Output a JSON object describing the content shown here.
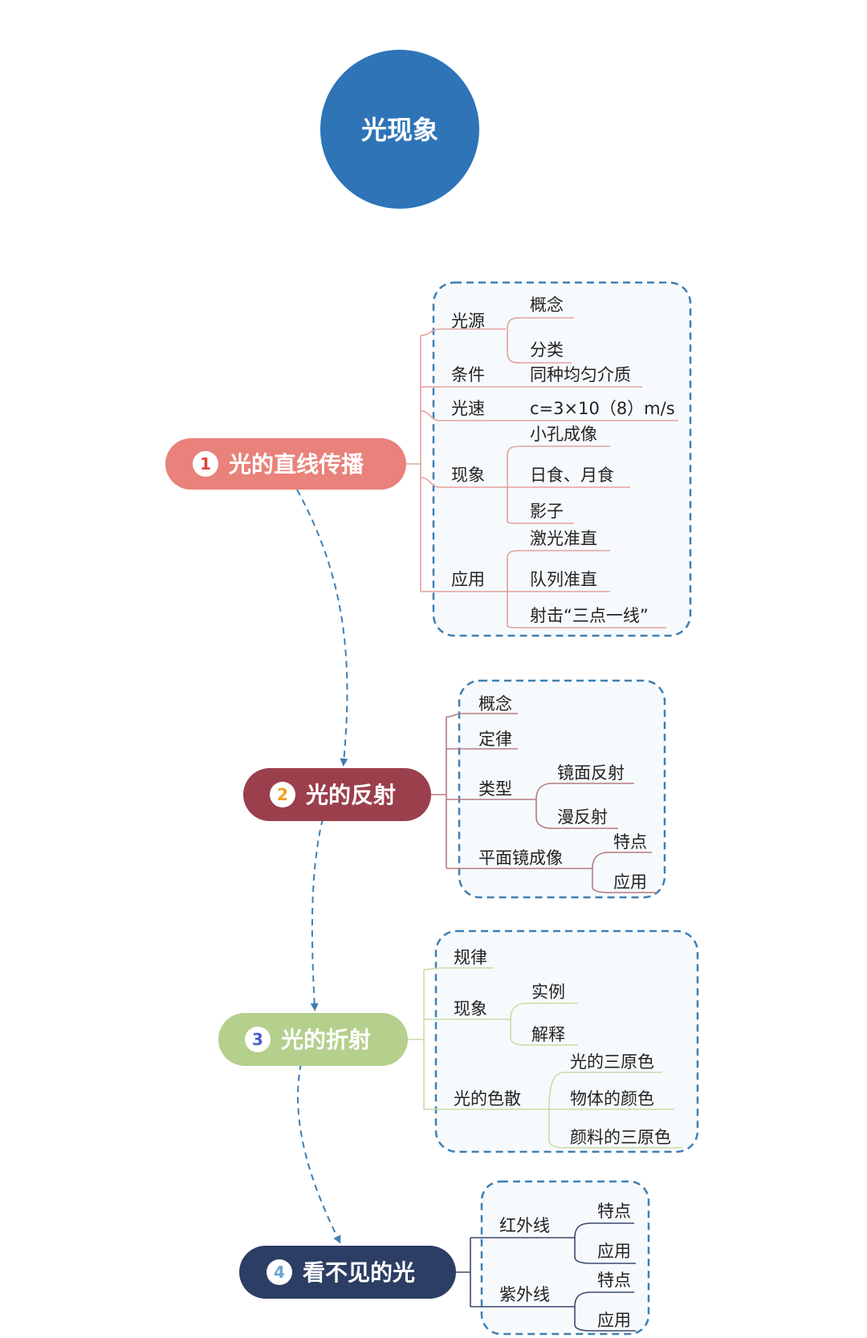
{
  "root": {
    "label": "光现象",
    "color": "#2e74b7"
  },
  "branches": [
    {
      "number": "1",
      "label": "光的直线传播",
      "color": "#e8827a",
      "num_color": "#e0443a",
      "line_color": "#e3a29c",
      "children": [
        {
          "label": "光源",
          "children": [
            {
              "label": "概念"
            },
            {
              "label": "分类"
            }
          ]
        },
        {
          "label": "条件",
          "children": [
            {
              "label": "同种均匀介质"
            }
          ]
        },
        {
          "label": "光速",
          "children": [
            {
              "label": "c=3×10（8）m/s"
            }
          ]
        },
        {
          "label": "现象",
          "children": [
            {
              "label": "小孔成像"
            },
            {
              "label": "日食、月食"
            },
            {
              "label": "影子"
            }
          ]
        },
        {
          "label": "应用",
          "children": [
            {
              "label": "激光准直"
            },
            {
              "label": "队列准直"
            },
            {
              "label": "射击“三点一线”"
            }
          ]
        }
      ]
    },
    {
      "number": "2",
      "label": "光的反射",
      "color": "#9b3f4c",
      "num_color": "#f0a020",
      "line_color": "#b57a82",
      "children": [
        {
          "label": "概念",
          "children": []
        },
        {
          "label": "定律",
          "children": []
        },
        {
          "label": "类型",
          "children": [
            {
              "label": "镜面反射"
            },
            {
              "label": "漫反射"
            }
          ]
        },
        {
          "label": "平面镜成像",
          "children": [
            {
              "label": "特点"
            },
            {
              "label": "应用"
            }
          ]
        }
      ]
    },
    {
      "number": "3",
      "label": "光的折射",
      "color": "#b5cf8c",
      "num_color": "#4a5fd0",
      "line_color": "#c9dba9",
      "children": [
        {
          "label": "规律",
          "children": []
        },
        {
          "label": "现象",
          "children": [
            {
              "label": "实例"
            },
            {
              "label": "解释"
            }
          ]
        },
        {
          "label": "光的色散",
          "children": [
            {
              "label": "光的三原色"
            },
            {
              "label": "物体的颜色"
            },
            {
              "label": "颜料的三原色"
            }
          ]
        }
      ]
    },
    {
      "number": "4",
      "label": "看不见的光",
      "color": "#2c3e63",
      "num_color": "#6aa3d5",
      "line_color": "#3a4a6e",
      "children": [
        {
          "label": "红外线",
          "children": [
            {
              "label": "特点"
            },
            {
              "label": "应用"
            }
          ]
        },
        {
          "label": "紫外线",
          "children": [
            {
              "label": "特点"
            },
            {
              "label": "应用"
            }
          ]
        }
      ]
    }
  ]
}
